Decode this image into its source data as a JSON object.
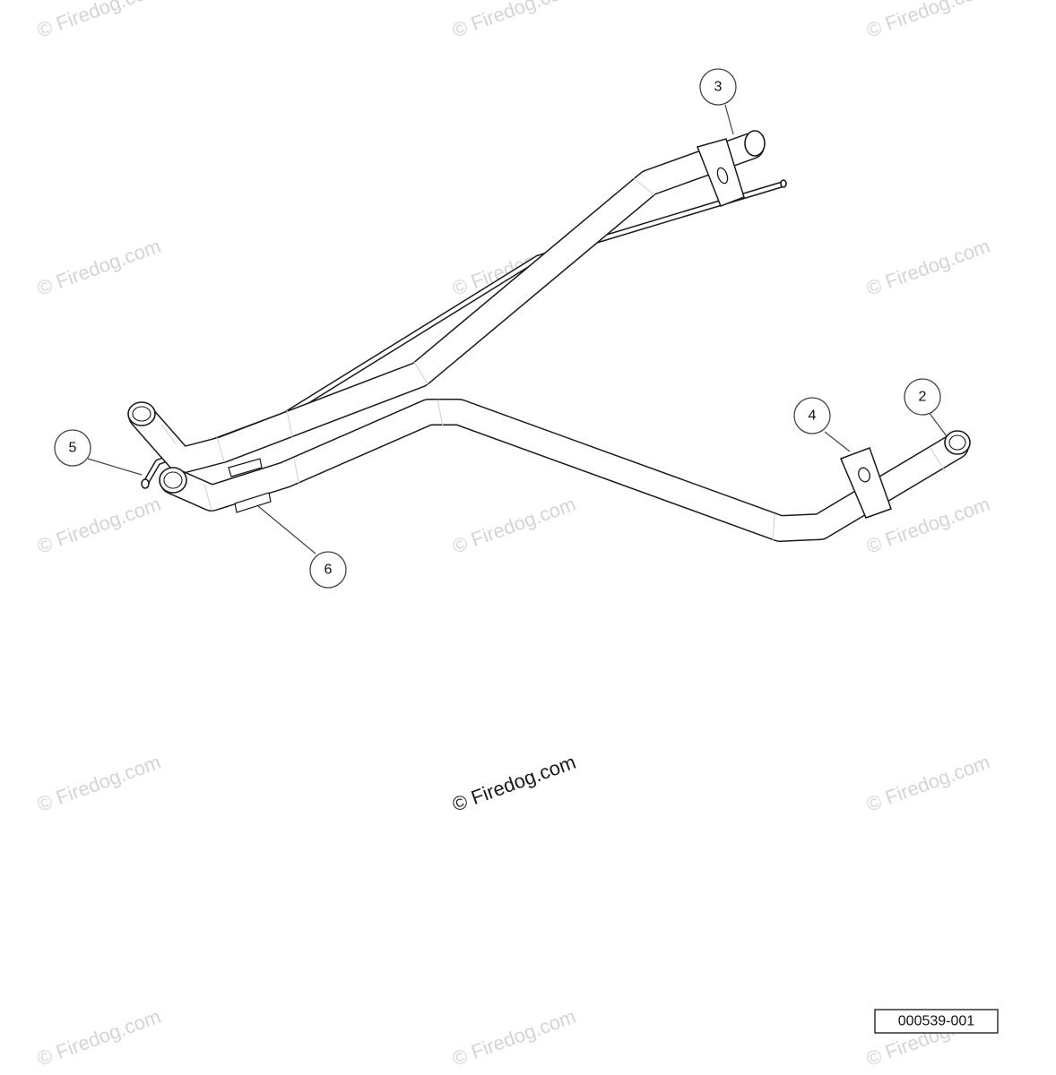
{
  "watermark": {
    "text": "© Firedog.com",
    "color": "#d4d4d4",
    "main_color": "#1a1a1a"
  },
  "callouts": [
    {
      "id": "callout-2",
      "label": "2"
    },
    {
      "id": "callout-3",
      "label": "3"
    },
    {
      "id": "callout-4",
      "label": "4"
    },
    {
      "id": "callout-5",
      "label": "5"
    },
    {
      "id": "callout-6",
      "label": "6"
    }
  ],
  "reference_number": "000539-001"
}
